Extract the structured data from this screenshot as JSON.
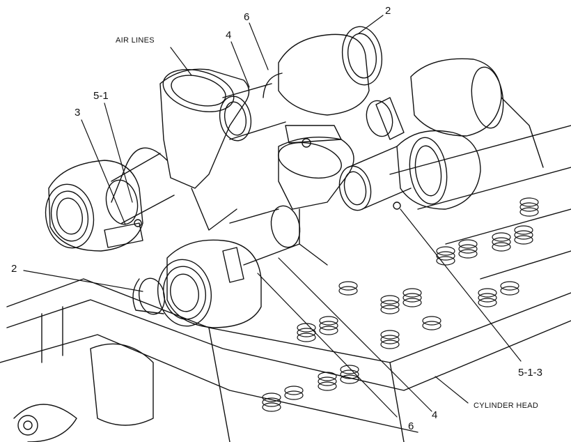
{
  "callouts": {
    "air_lines": "AIR LINES",
    "c4_top": "4",
    "c6_top": "6",
    "c2_top": "2",
    "c5_1": "5-1",
    "c3": "3",
    "c2_left": "2",
    "c5_1_3": "5-1-3",
    "cylinder_head": "CYLINDER HEAD",
    "c4_bottom": "4",
    "c6_bottom": "6"
  },
  "colors": {
    "ink": "#111111",
    "paper": "#ffffff"
  }
}
